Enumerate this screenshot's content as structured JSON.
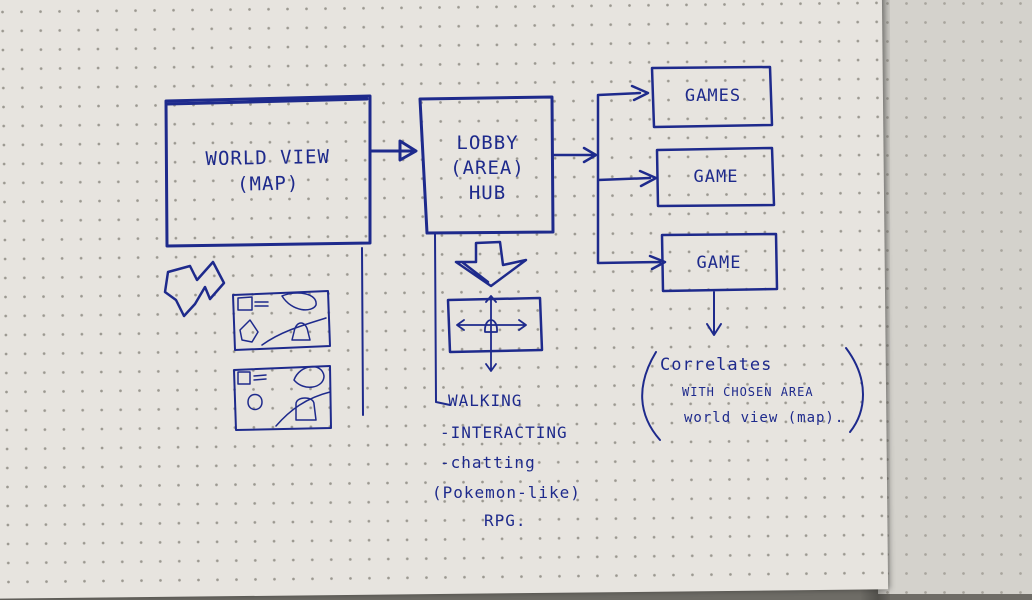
{
  "diagram": {
    "world_view": {
      "line1": "WORLD VIEW",
      "line2": "(MAP)"
    },
    "lobby": {
      "line1": "LOBBY",
      "line2": "(AREA)",
      "line3": "HUB"
    },
    "games": [
      "GAMES",
      "GAME",
      "GAME"
    ],
    "lobby_activities": [
      "WALKING",
      "-INTERACTING",
      "-chatting",
      "(Pokemon-like)",
      "RPG."
    ],
    "correlates_note": [
      "Correlates",
      "WITH CHOSEN AREA",
      "world view (map)."
    ]
  },
  "colors": {
    "ink": "#1e2a8c",
    "paper": "#e7e4df",
    "background": "#6e6c66"
  }
}
